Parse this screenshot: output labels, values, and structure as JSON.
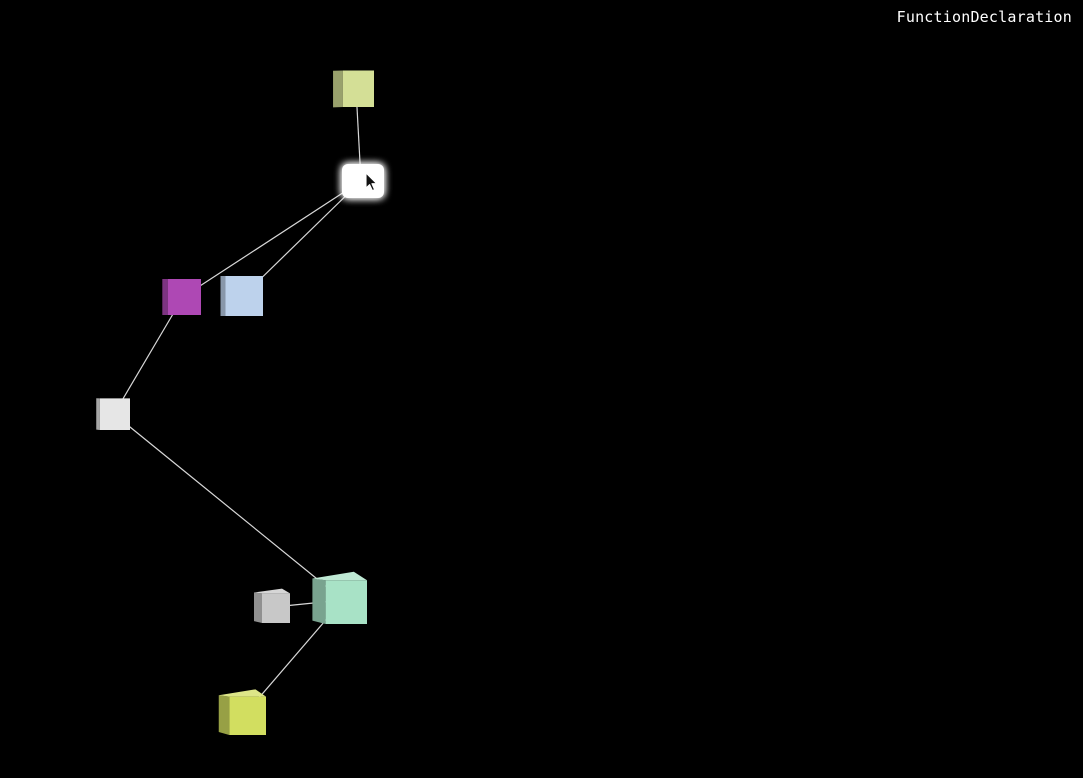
{
  "hover_label": "FunctionDeclaration",
  "colors": {
    "background": "#000000",
    "edge": "#d8d8d8",
    "highlight": "#ffffff"
  },
  "nodes": [
    {
      "id": "n1",
      "color": "#d4df96",
      "selected": false
    },
    {
      "id": "n2",
      "color": "#ffffff",
      "selected": true
    },
    {
      "id": "n3",
      "color": "#ae48b4",
      "selected": false
    },
    {
      "id": "n4",
      "color": "#bdd2ec",
      "selected": false
    },
    {
      "id": "n5",
      "color": "#e6e6e6",
      "selected": false
    },
    {
      "id": "n6",
      "color": "#a8e2c6",
      "selected": false
    },
    {
      "id": "n7",
      "color": "#c8c8c8",
      "selected": false
    },
    {
      "id": "n8",
      "color": "#d2de60",
      "selected": false
    }
  ],
  "edges": [
    [
      "n1",
      "n2"
    ],
    [
      "n2",
      "n3"
    ],
    [
      "n2",
      "n4"
    ],
    [
      "n3",
      "n5"
    ],
    [
      "n5",
      "n6"
    ],
    [
      "n6",
      "n7"
    ],
    [
      "n6",
      "n8"
    ]
  ]
}
